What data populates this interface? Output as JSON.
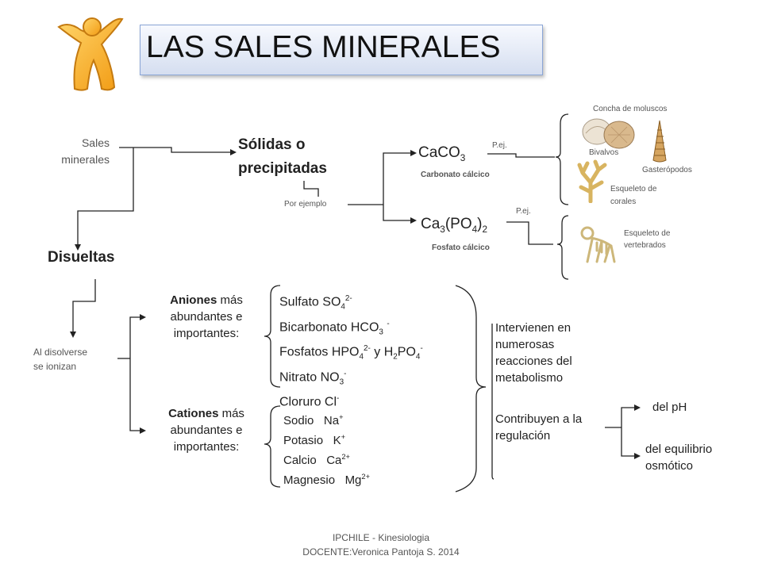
{
  "title": "LAS SALES MINERALES",
  "root": {
    "label": "Sales\nminerales"
  },
  "solidas": {
    "label": "Sólidas o\nprecipitadas",
    "connector": "Por ejemplo",
    "caco3": {
      "formula_base": "CaCO",
      "formula_sub": "3",
      "name": "Carbonato cálcico",
      "pej": "P.ej."
    },
    "ca3po4": {
      "f1": "Ca",
      "s1": "3",
      "f2": "(PO",
      "s2": "4",
      "f3": ")",
      "s3": "2",
      "name": "Fosfato cálcico",
      "pej": "P.ej."
    },
    "examples": {
      "concha": "Concha de moluscos",
      "bivalvos": "Bivalvos",
      "gasteropodos": "Gasterópodos",
      "corales": "Esqueleto de\ncorales",
      "vertebrados": "Esqueleto de\nvertebrados"
    }
  },
  "disueltas": {
    "label": "Disueltas",
    "connector": "Al disolverse\nse ionizan",
    "aniones": {
      "heading_bold": "Aniones",
      "heading_rest": " más\nabundantes e\nimportantes:",
      "items": [
        {
          "name": "Sulfato",
          "formula": "SO",
          "sub": "4",
          "sup": "2-"
        },
        {
          "name": "Bicarbonato",
          "formula": "HCO",
          "sub": "3",
          "sup": "-"
        },
        {
          "name": "Fosfatos",
          "formula": "HPO",
          "sub": "4",
          "sup": "2-",
          "joiner": "y",
          "formula2": "H",
          "sub2": "2",
          "formula3": "PO",
          "sub3": "4",
          "sup3": "-"
        },
        {
          "name": "Nitrato",
          "formula": "NO",
          "sub": "3",
          "sup": "-"
        },
        {
          "name": "Cloruro",
          "formula": "Cl",
          "sup": "-"
        }
      ]
    },
    "cationes": {
      "heading_bold": "Cationes",
      "heading_rest": " más\nabundantes e\nimportantes:",
      "items": [
        {
          "name": "Sodio",
          "formula": "Na",
          "sup": "+"
        },
        {
          "name": "Potasio",
          "formula": "K",
          "sup": "+"
        },
        {
          "name": "Calcio",
          "formula": "Ca",
          "sup": "2+"
        },
        {
          "name": "Magnesio",
          "formula": "Mg",
          "sup": "2+"
        }
      ]
    },
    "functions": {
      "f1": "Intervienen en\nnumerosas\nreacciones del\nmetabolismo",
      "f2": "Contribuyen a la\nregulación",
      "ph": "del pH",
      "osm": "del equilibrio\nosmótico"
    }
  },
  "footer": {
    "line1": "IPCHILE - Kinesiologia",
    "line2": "DOCENTE:Veronica Pantoja S. 2014"
  }
}
